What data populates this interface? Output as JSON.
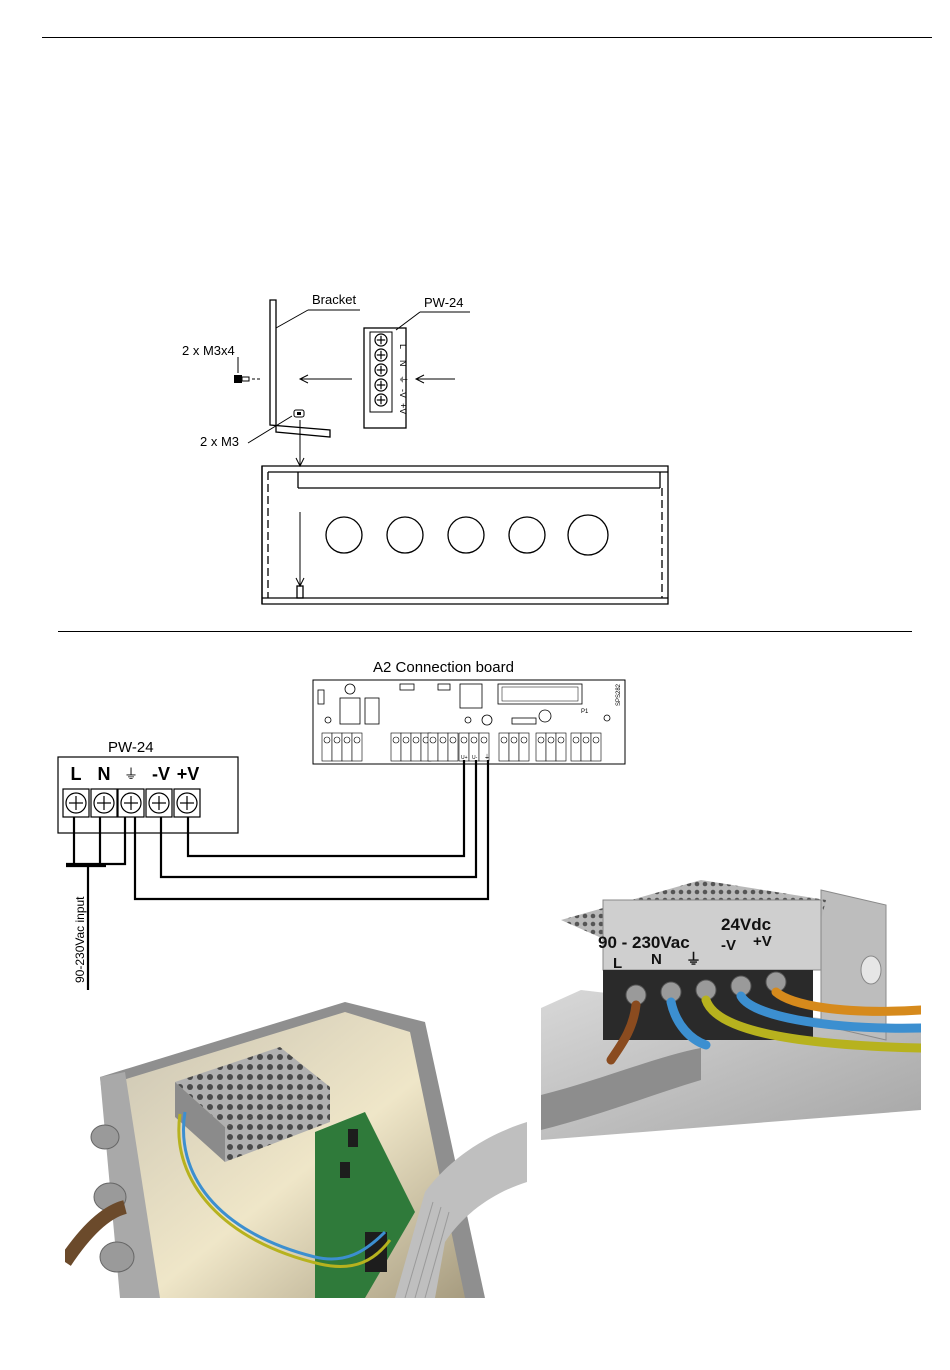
{
  "mounting": {
    "bracket_label": "Bracket",
    "psu_label": "PW-24",
    "screws_label": "2 x M3x4",
    "nuts_label": "2 x M3",
    "psu_terminals": [
      "L",
      "N",
      "⏚",
      "-V",
      "+V"
    ]
  },
  "wiring": {
    "board_title": "A2 Connection board",
    "board_code": "SPS282",
    "board_p1": "P1",
    "psu_title": "PW-24",
    "terminals": [
      "L",
      "N",
      "⏚",
      "-V",
      "+V"
    ],
    "input_label": "90-230Vac input",
    "board_terminal_labels": [
      "U+",
      "U-",
      "⏚"
    ]
  },
  "photo_psu": {
    "ac_label": "90 - 230Vac",
    "dc_label": "24Vdc",
    "terminals": [
      "L",
      "N",
      "⏚",
      "-V",
      "+V"
    ]
  }
}
